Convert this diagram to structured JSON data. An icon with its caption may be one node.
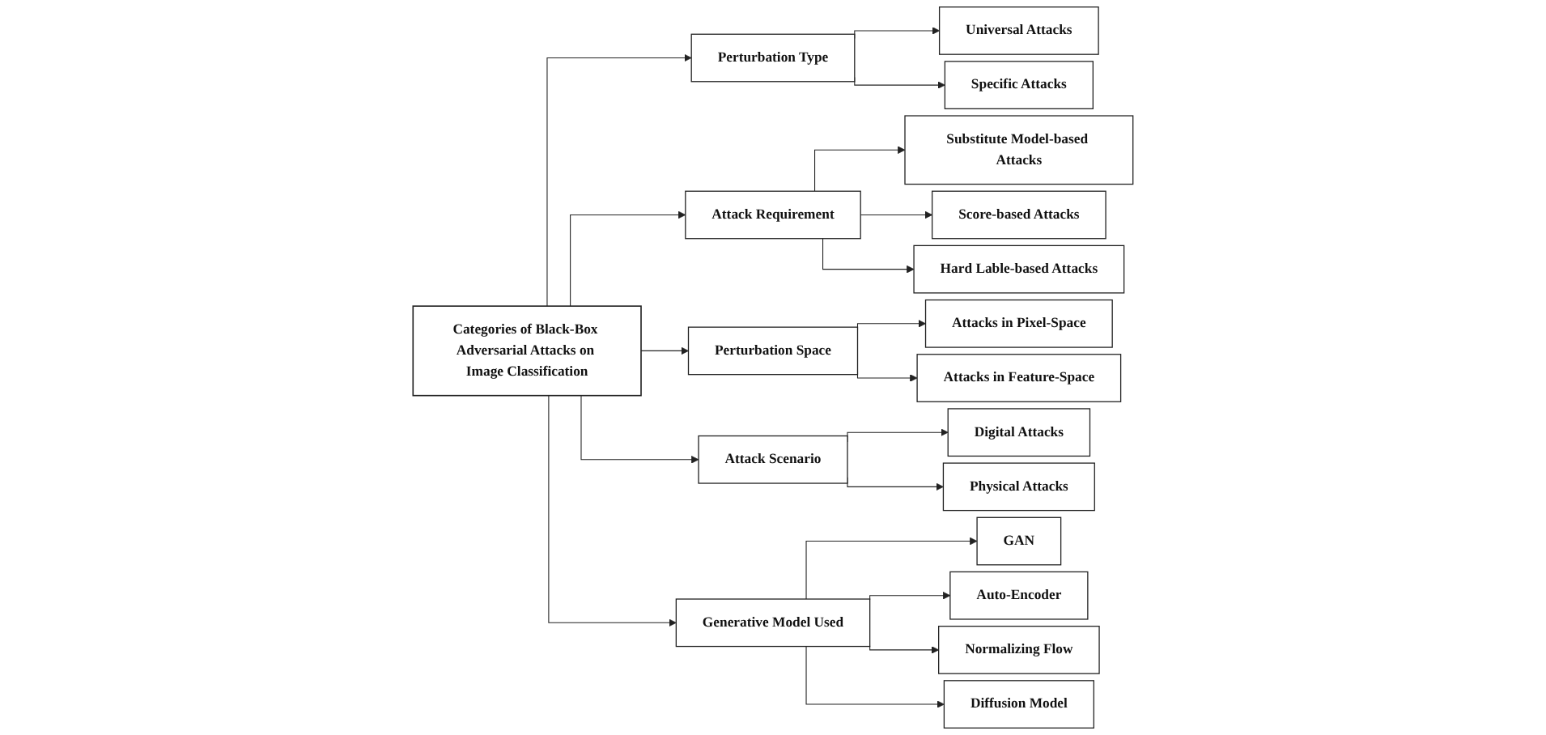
{
  "diagram": {
    "nodes": [
      {
        "text": [
          "Categories of Black-Box Adversarial Attacks on Image Classification"
        ]
      },
      {
        "text": [
          "Perturbation Type"
        ]
      },
      {
        "text": [
          "Universal Attacks"
        ]
      },
      {
        "text": [
          "Specific Attacks"
        ]
      },
      {
        "text": [
          "Attack Requirement"
        ]
      },
      {
        "text": [
          "Substitute Model-based Attacks"
        ]
      },
      {
        "text": [
          "Score-based Attacks"
        ]
      },
      {
        "text": [
          "Hard Lable-based Attacks"
        ]
      },
      {
        "text": [
          "Perturbation Space"
        ]
      },
      {
        "text": [
          "Attacks in Pixel-Space"
        ]
      },
      {
        "text": [
          "Attacks in Feature-Space"
        ]
      },
      {
        "text": [
          "Attack Scenario"
        ]
      },
      {
        "text": [
          "Digital Attacks"
        ]
      },
      {
        "text": [
          "Physical Attacks"
        ]
      },
      {
        "text": [
          "Generative Model Used"
        ]
      },
      {
        "text": [
          "GAN"
        ]
      },
      {
        "text": [
          "Auto-Encoder"
        ]
      },
      {
        "text": [
          "Normalizing Flow"
        ]
      },
      {
        "text": [
          "Diffusion Model"
        ]
      }
    ],
    "edges": [
      {
        "from": 0,
        "to": 1,
        "arrow": "to"
      },
      {
        "from": 0,
        "to": 4,
        "arrow": "to"
      },
      {
        "from": 0,
        "to": 8,
        "arrow": "to"
      },
      {
        "from": 0,
        "to": 11,
        "arrow": "to"
      },
      {
        "from": 0,
        "to": 14,
        "arrow": "to"
      },
      {
        "from": 1,
        "to": 2,
        "arrow": "to"
      },
      {
        "from": 1,
        "to": 3,
        "arrow": "to"
      },
      {
        "from": 4,
        "to": 5,
        "arrow": "to"
      },
      {
        "from": 4,
        "to": 6,
        "arrow": "to"
      },
      {
        "from": 4,
        "to": 7,
        "arrow": "to"
      },
      {
        "from": 8,
        "to": 9,
        "arrow": "to"
      },
      {
        "from": 8,
        "to": 10,
        "arrow": "to"
      },
      {
        "from": 11,
        "to": 12,
        "arrow": "to"
      },
      {
        "from": 11,
        "to": 13,
        "arrow": "to"
      },
      {
        "from": 14,
        "to": 15,
        "arrow": "to"
      },
      {
        "from": 14,
        "to": 16,
        "arrow": "to"
      },
      {
        "from": 14,
        "to": 17,
        "arrow": "to"
      },
      {
        "from": 14,
        "to": 18,
        "arrow": "to"
      }
    ]
  }
}
